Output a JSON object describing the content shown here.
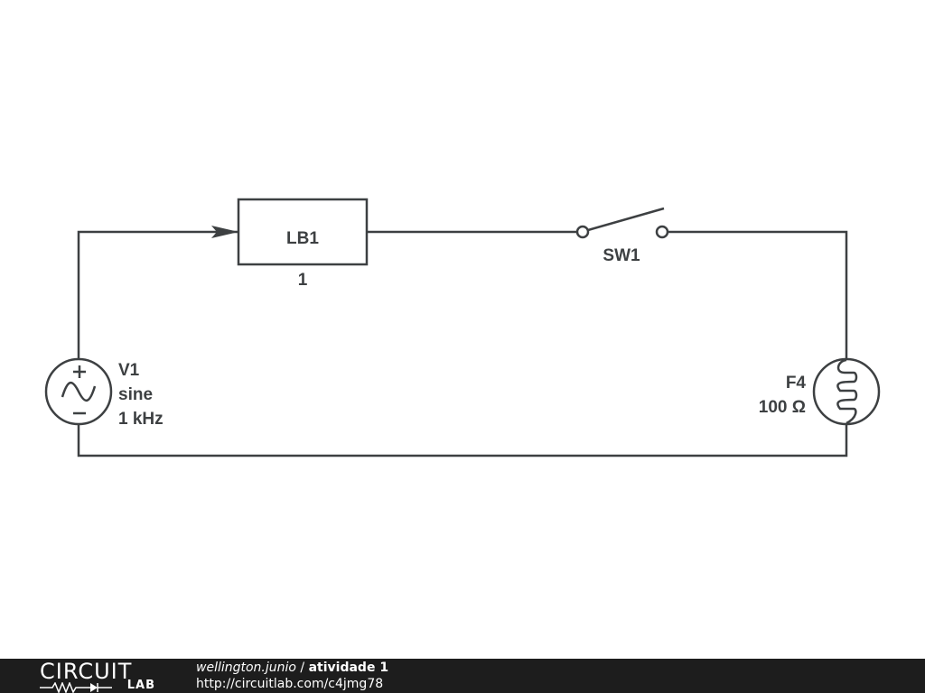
{
  "circuit": {
    "source": {
      "ref": "V1",
      "type": "sine",
      "freq": "1 kHz"
    },
    "block": {
      "ref": "LB1",
      "value": "1"
    },
    "switch": {
      "ref": "SW1"
    },
    "lamp": {
      "ref": "F4",
      "resistance": "100 Ω"
    }
  },
  "footer": {
    "logo_top": "CIRCUIT",
    "logo_bottom": "LAB",
    "author": "wellington.junio",
    "separator": " / ",
    "project_title": "atividade 1",
    "url": "http://circuitlab.com/c4jmg78"
  },
  "colors": {
    "ink": "#3d4042",
    "footer_bg": "#1d1d1d",
    "footer_text": "#ffffff"
  }
}
